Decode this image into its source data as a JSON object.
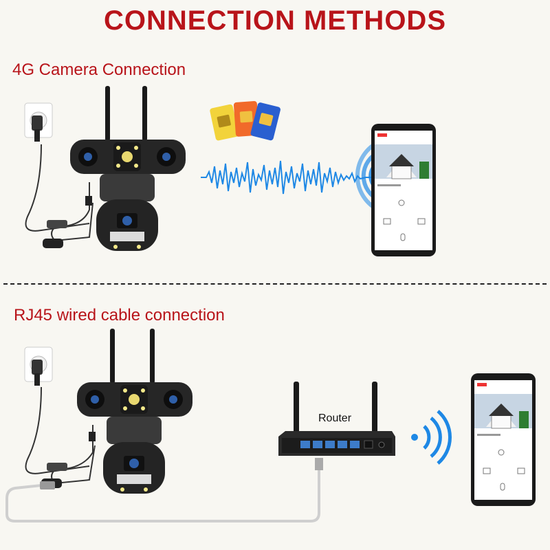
{
  "title": "CONNECTION METHODS",
  "section_4g": {
    "label": "4G Camera Connection"
  },
  "section_rj45": {
    "label": "RJ45 wired cable connection"
  },
  "router": {
    "label": "Router"
  },
  "colors": {
    "accent_red": "#b8141a",
    "signal_blue": "#1e88e5",
    "camera_body": "#222222"
  },
  "icons": [
    "power-outlet-icon",
    "security-camera-icon",
    "sim-card-icon",
    "sound-wave-icon",
    "wifi-signal-icon",
    "smartphone-icon",
    "router-icon"
  ]
}
